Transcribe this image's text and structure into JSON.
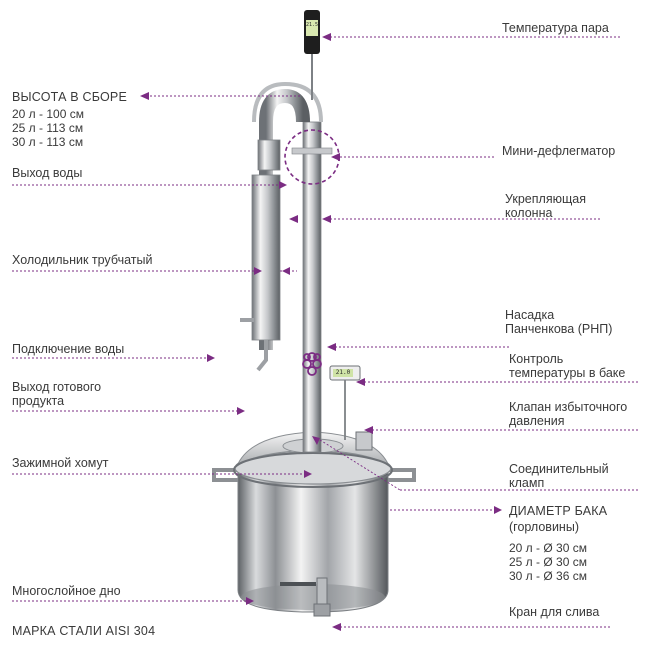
{
  "left_labels": {
    "height_title": "ВЫСОТА В СБОРЕ",
    "height_specs": [
      "20 л - 100 см",
      "25 л - 113 см",
      "30 л - 113 см"
    ],
    "water_out": "Выход воды",
    "cooler": "Холодильник трубчатый",
    "water_connect": "Подключение воды",
    "product_out_line1": "Выход готового",
    "product_out_line2": "продукта",
    "clamp": "Зажимной хомут",
    "bottom": "Многослойное дно",
    "steel": "МАРКА СТАЛИ AISI 304"
  },
  "right_labels": {
    "vapor_temp": "Температура пара",
    "mini_deflegmator": "Мини-дефлегматор",
    "column_line1": "Укрепляющая",
    "column_line2": "колонна",
    "nozzle_line1": "Насадка",
    "nozzle_line2": "Панченкова (РНП)",
    "tank_temp_line1": "Контроль",
    "tank_temp_line2": "температуры в баке",
    "valve_line1": "Клапан избыточного",
    "valve_line2": "давления",
    "connect_clamp_line1": "Соединительный",
    "connect_clamp_line2": "кламп",
    "diameter_title": "ДИАМЕТР БАКА",
    "diameter_sub": "(горловины)",
    "diameter_specs": [
      "20 л - Ø 30 см",
      "25 л - Ø 30 см",
      "30 л - Ø 36 см"
    ],
    "drain": "Кран для слива"
  },
  "thermometer_display": "21.5",
  "tank_display": "21.0",
  "colors": {
    "accent": "#7b2c83",
    "text": "#3a3a3a",
    "steel_light": "#f2f2f2",
    "steel_mid": "#b9bcbf",
    "steel_dark": "#6d7176"
  }
}
